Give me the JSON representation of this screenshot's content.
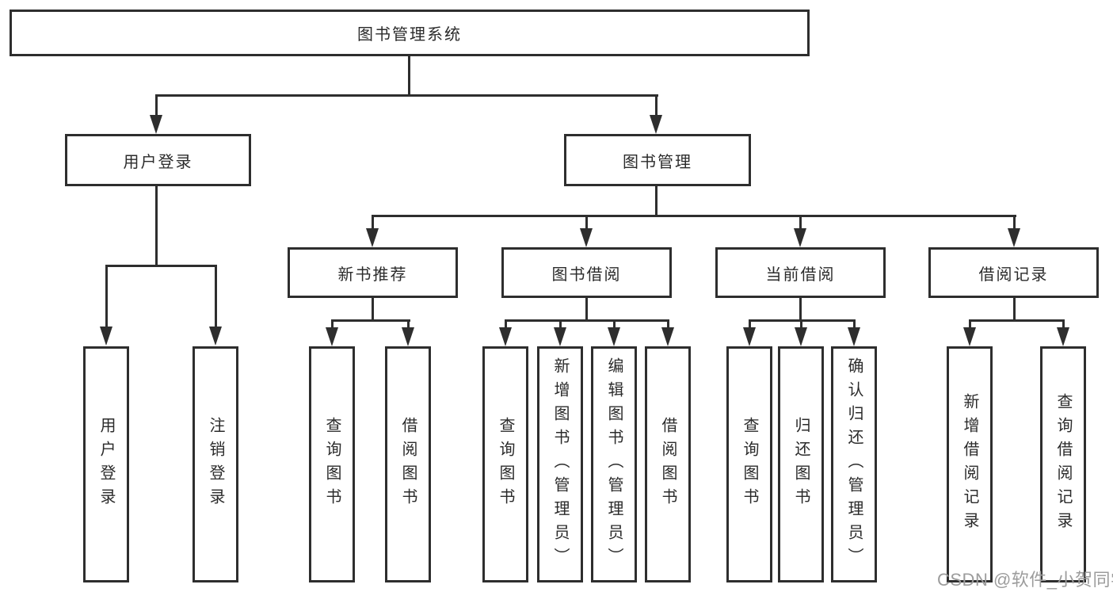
{
  "diagram": {
    "root": {
      "label": "图书管理系统"
    },
    "level2": [
      {
        "label": "用户登录"
      },
      {
        "label": "图书管理"
      }
    ],
    "level3": [
      {
        "label": "新书推荐",
        "parent": "图书管理"
      },
      {
        "label": "图书借阅",
        "parent": "图书管理"
      },
      {
        "label": "当前借阅",
        "parent": "图书管理"
      },
      {
        "label": "借阅记录",
        "parent": "图书管理"
      }
    ],
    "leaves": [
      {
        "label": "用户登录",
        "parent": "用户登录"
      },
      {
        "label": "注销登录",
        "parent": "用户登录"
      },
      {
        "label": "查询图书",
        "parent": "新书推荐"
      },
      {
        "label": "借阅图书",
        "parent": "新书推荐"
      },
      {
        "label": "查询图书",
        "parent": "图书借阅"
      },
      {
        "label": "新增图书（管理员）",
        "parent": "图书借阅"
      },
      {
        "label": "编辑图书（管理员）",
        "parent": "图书借阅"
      },
      {
        "label": "借阅图书",
        "parent": "图书借阅"
      },
      {
        "label": "查询图书",
        "parent": "当前借阅"
      },
      {
        "label": "归还图书",
        "parent": "当前借阅"
      },
      {
        "label": "确认归还（管理员）",
        "parent": "当前借阅"
      },
      {
        "label": "新增借阅记录",
        "parent": "借阅记录"
      },
      {
        "label": "查询借阅记录",
        "parent": "借阅记录"
      }
    ]
  },
  "watermark": {
    "text": "CSDN @软件_小贺同学"
  },
  "colors": {
    "line": "#2e2e2e",
    "text": "#2b2b2b",
    "watermark": "#9c9c9c",
    "background": "#ffffff"
  }
}
